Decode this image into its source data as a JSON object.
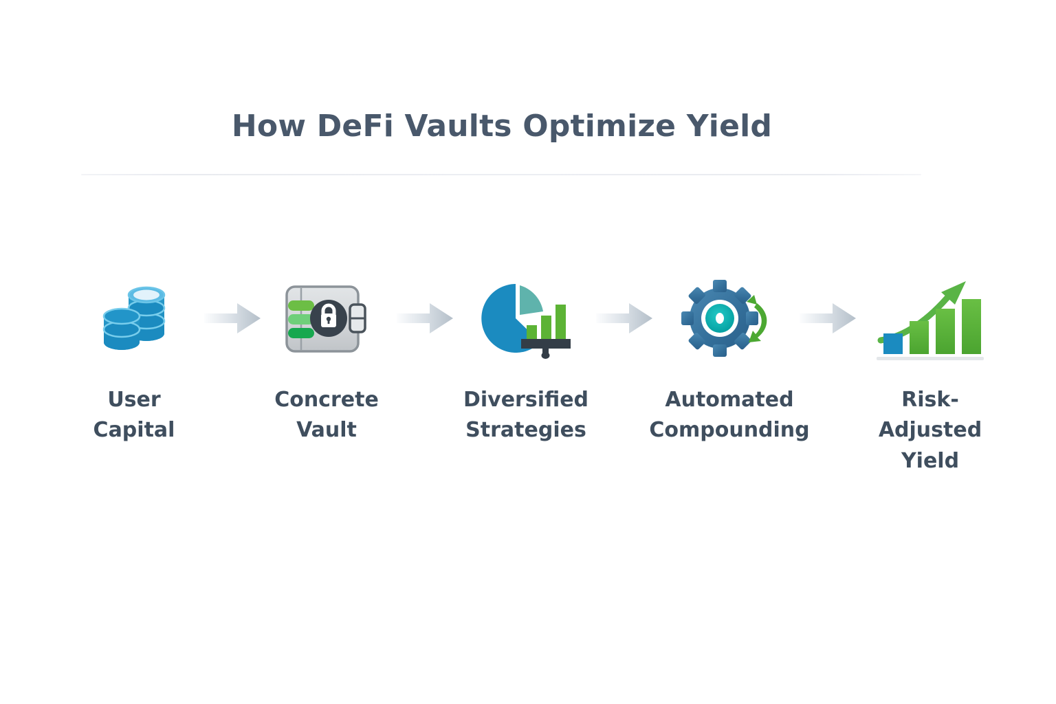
{
  "page": {
    "title": "How DeFi Vaults Optimize Yield",
    "background_color": "#ffffff",
    "title_color": "#49586b",
    "label_color": "#3f4e5e",
    "divider_color": "#eceef2"
  },
  "flow": {
    "steps": [
      {
        "label": "User\nCapital",
        "label_line1": "User",
        "label_line2": "Capital",
        "icon": "coin-stack-icon",
        "icon_colors": {
          "primary": "#1b8bc0",
          "light": "#6cc5e8",
          "top": "#e2f2fb"
        }
      },
      {
        "label": "Concrete\nVault",
        "label_line1": "Concrete",
        "label_line2": "Vault",
        "icon": "vault-lock-icon",
        "icon_colors": {
          "body": "#d2d5d8",
          "edge": "#8c9399",
          "lock": "#38424c",
          "bar1": "#6cbe45",
          "bar2": "#6fcf7a",
          "bar3": "#17a84f"
        }
      },
      {
        "label": "Diversified\nStrategies",
        "label_line1": "Diversified",
        "label_line2": "Strategies",
        "icon": "pie-bar-chart-icon",
        "icon_colors": {
          "pie_main": "#1b8bc0",
          "pie_wedge": "#5fb3ac",
          "bars": "#5cb335",
          "baseline": "#333d47"
        }
      },
      {
        "label": "Automated\nCompounding",
        "label_line1": "Automated",
        "label_line2": "Compounding",
        "icon": "gear-refresh-icon",
        "icon_colors": {
          "gear": "#3e7ca8",
          "gear_dark": "#2c6690",
          "center": "#00b3b0",
          "arrows": "#4ca832"
        }
      },
      {
        "label": "Risk-Adjusted\nYield",
        "label_line1": "Risk-Adjusted",
        "label_line2": "Yield",
        "icon": "growth-chart-icon",
        "icon_colors": {
          "bar_first": "#1b8bc0",
          "bars": "#5cb335",
          "arrow": "#59b446",
          "baseline": "#e4e7ea"
        }
      }
    ],
    "connector": {
      "icon": "arrow-right-icon",
      "count": 4,
      "color_start": "#fbfcfd",
      "color_end": "#b4bfc9"
    }
  }
}
